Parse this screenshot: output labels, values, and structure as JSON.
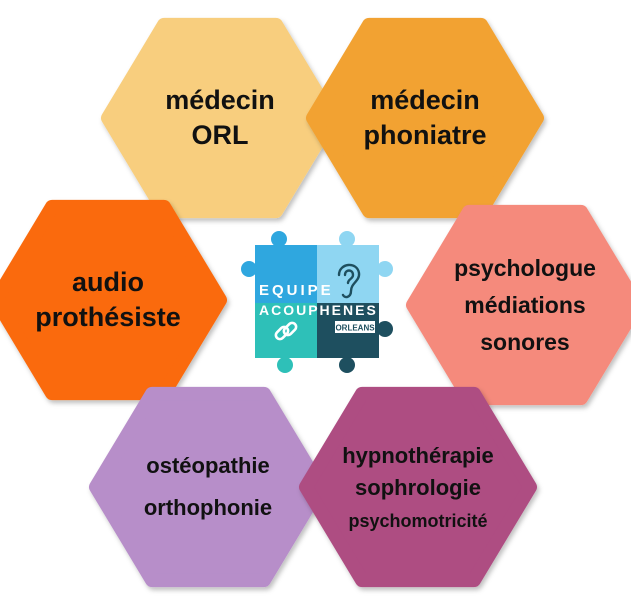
{
  "colors": {
    "orl": "#F8CE7E",
    "phoniatre": "#F2A232",
    "audio": "#FA6A0A",
    "psycho": "#F58A7C",
    "osteo": "#B78EC9",
    "hypno": "#AE4D82",
    "puzzle_blue": "#2FA7DF",
    "puzzle_light": "#8FD6F2",
    "puzzle_teal": "#2EC0B8",
    "puzzle_dark": "#1E4F5F"
  },
  "hexagons": [
    {
      "id": "orl",
      "lines": [
        "médecin",
        "ORL"
      ]
    },
    {
      "id": "phoniatre",
      "lines": [
        "médecin",
        "phoniatre"
      ]
    },
    {
      "id": "audio",
      "lines": [
        "audio",
        "prothésiste"
      ]
    },
    {
      "id": "psycho",
      "lines": [
        "psychologue",
        "médiations",
        "sonores"
      ]
    },
    {
      "id": "osteo",
      "lines": [
        "ostéopathie",
        "orthophonie"
      ]
    },
    {
      "id": "hypno",
      "lines": [
        "hypnothérapie",
        "sophrologie",
        "psychomotricité"
      ]
    }
  ],
  "logo": {
    "line1": "EQUIPE",
    "line2": "ACOUPHENES",
    "badge": "ORLEANS",
    "icons": [
      "ear-icon",
      "link-icon"
    ]
  }
}
